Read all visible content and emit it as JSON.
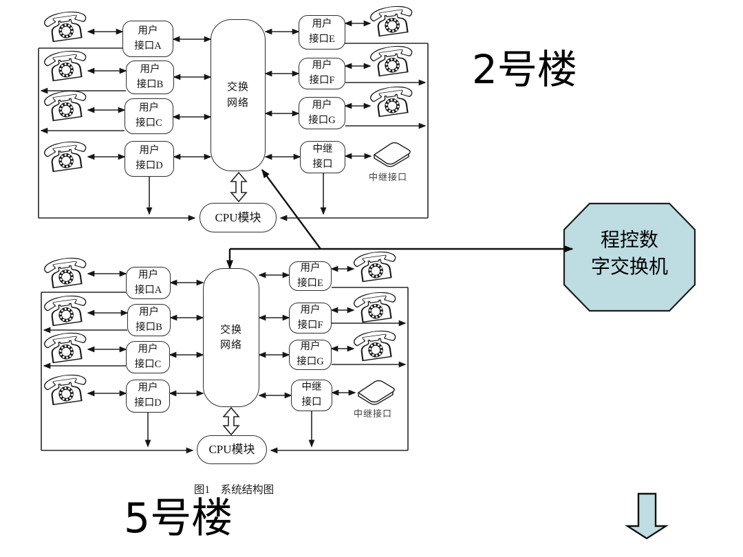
{
  "titles": {
    "building2_number": "2",
    "building2_suffix": "号楼",
    "building5_number": "5",
    "building5_suffix": "号楼"
  },
  "figure_caption": "图1　系统结构图",
  "octagon": {
    "line1": "程控数",
    "line2": "字交换机"
  },
  "boxes": {
    "user_line1": "用户",
    "interface_a": "接口A",
    "interface_b": "接口B",
    "interface_c": "接口C",
    "interface_d": "接口D",
    "interface_e": "接口E",
    "interface_f": "接口F",
    "interface_g": "接口G",
    "switch_line1": "交换",
    "switch_line2": "网络",
    "trunk_line1": "中继",
    "trunk_line2": "接口",
    "cpu": "CPU模块",
    "trunk_device_label": "中继接口"
  },
  "icons": {
    "phone": "☏"
  },
  "colors": {
    "octagon_fill": "#bddde2",
    "down_arrow_fill": "#bfdee3",
    "line": "#232323"
  }
}
